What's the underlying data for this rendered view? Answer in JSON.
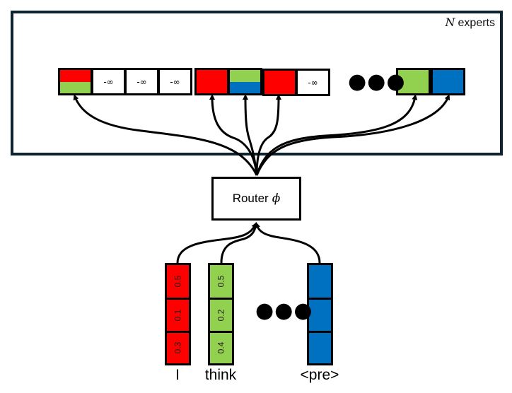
{
  "experts_box": {
    "label_var": "N",
    "label_text": "experts"
  },
  "expert_cells": [
    {
      "type": "split",
      "top": "red",
      "bottom": "green"
    },
    {
      "type": "text",
      "text": "-∞"
    },
    {
      "type": "text",
      "text": "-∞"
    },
    {
      "type": "text",
      "text": "-∞"
    },
    {
      "type": "fill",
      "color": "red"
    },
    {
      "type": "split",
      "top": "green",
      "bottom": "blue"
    },
    {
      "type": "fill",
      "color": "red"
    },
    {
      "type": "text",
      "text": "-∞"
    },
    {
      "type": "fill",
      "color": "green"
    },
    {
      "type": "fill",
      "color": "blue"
    }
  ],
  "expert_ellipsis": "●●●",
  "router": {
    "label": "Router",
    "symbol": "ϕ"
  },
  "tokens": [
    {
      "label": "I",
      "color": "red",
      "values": [
        "0.5",
        "0.1",
        "0.3"
      ]
    },
    {
      "label": "think",
      "color": "green",
      "values": [
        "0.5",
        "0.2",
        "0.4"
      ]
    },
    {
      "label": "<pre>",
      "color": "blue",
      "values": [
        "",
        "",
        ""
      ]
    }
  ],
  "token_ellipsis": "●●●",
  "colors": {
    "red": "#ff0000",
    "green": "#92d050",
    "blue": "#0070c0",
    "box_border": "#0d2330"
  }
}
